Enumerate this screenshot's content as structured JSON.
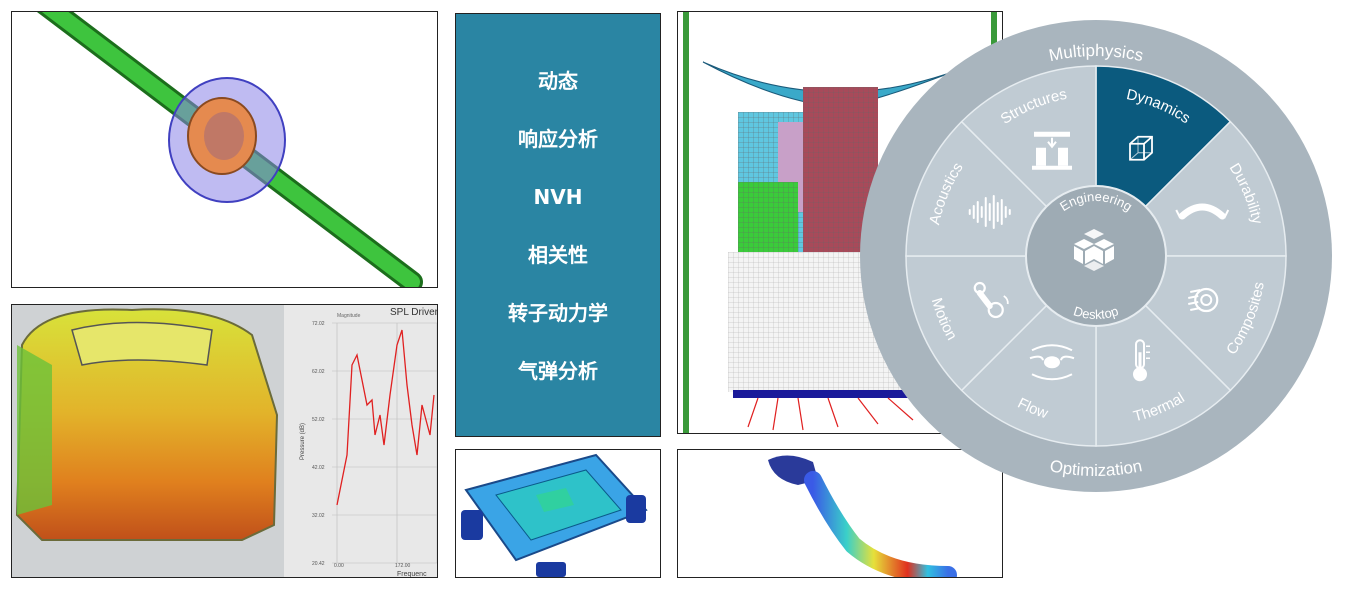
{
  "text_panel": {
    "items": [
      "动态",
      "响应分析",
      "NVH",
      "相关性",
      "转子动力学",
      "气弹分析"
    ]
  },
  "plot_panel": {
    "title": "SPL Driver E",
    "y_label": "Pressure (dB)",
    "x_label": "Frequenc",
    "legend_label": "Magnitude",
    "y_ticks": [
      "72.02",
      "62.02",
      "52.02",
      "42.02",
      "32.02",
      "20.42"
    ],
    "x_ticks": [
      "0.00",
      "172.00"
    ]
  },
  "wheel": {
    "outer_top_label": "Multiphysics",
    "outer_bottom_label": "Optimization",
    "center_label_top": "Engineering",
    "center_label_bottom": "Desktop",
    "segments": [
      {
        "label": "Dynamics",
        "icon": "wireframe-cube-icon",
        "highlighted": true
      },
      {
        "label": "Durability",
        "icon": "bent-beam-icon",
        "highlighted": false
      },
      {
        "label": "Composites",
        "icon": "fiber-roll-icon",
        "highlighted": false
      },
      {
        "label": "Thermal",
        "icon": "thermometer-icon",
        "highlighted": false
      },
      {
        "label": "Flow",
        "icon": "airflow-icon",
        "highlighted": false
      },
      {
        "label": "Motion",
        "icon": "linkage-icon",
        "highlighted": false
      },
      {
        "label": "Acoustics",
        "icon": "soundwave-icon",
        "highlighted": false
      },
      {
        "label": "Structures",
        "icon": "press-load-icon",
        "highlighted": false
      }
    ],
    "colors": {
      "rim": "#a9b5be",
      "inner": "#c0cbd3",
      "highlight": "#0b5a7e",
      "hub": "#9eabb4",
      "divider": "#e6ecf0"
    }
  }
}
